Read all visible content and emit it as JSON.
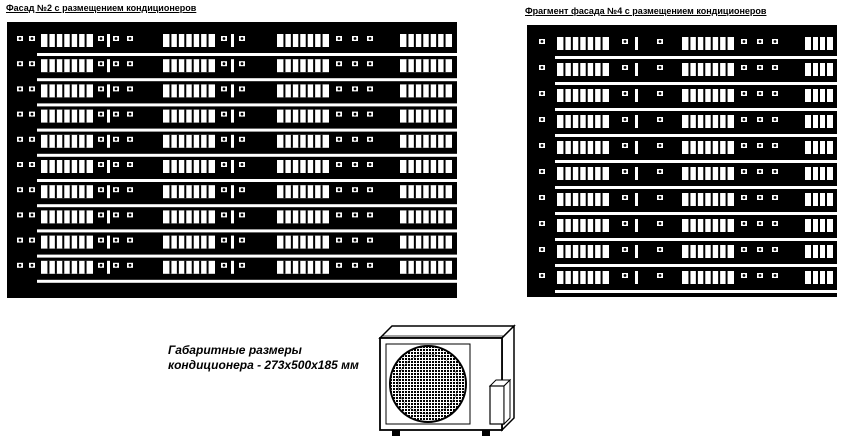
{
  "facade_left": {
    "title": "Фасад №2 с размещением кондиционеров",
    "floors": 10
  },
  "facade_right": {
    "title": "Фрагмент фасада №4 с размещением кондиционеров",
    "floors": 10
  },
  "caption": {
    "line1": "Габаритные размеры",
    "line2": "кондиционера - 273x500x185 мм"
  },
  "colors": {
    "ink": "#000000",
    "paper": "#ffffff"
  }
}
